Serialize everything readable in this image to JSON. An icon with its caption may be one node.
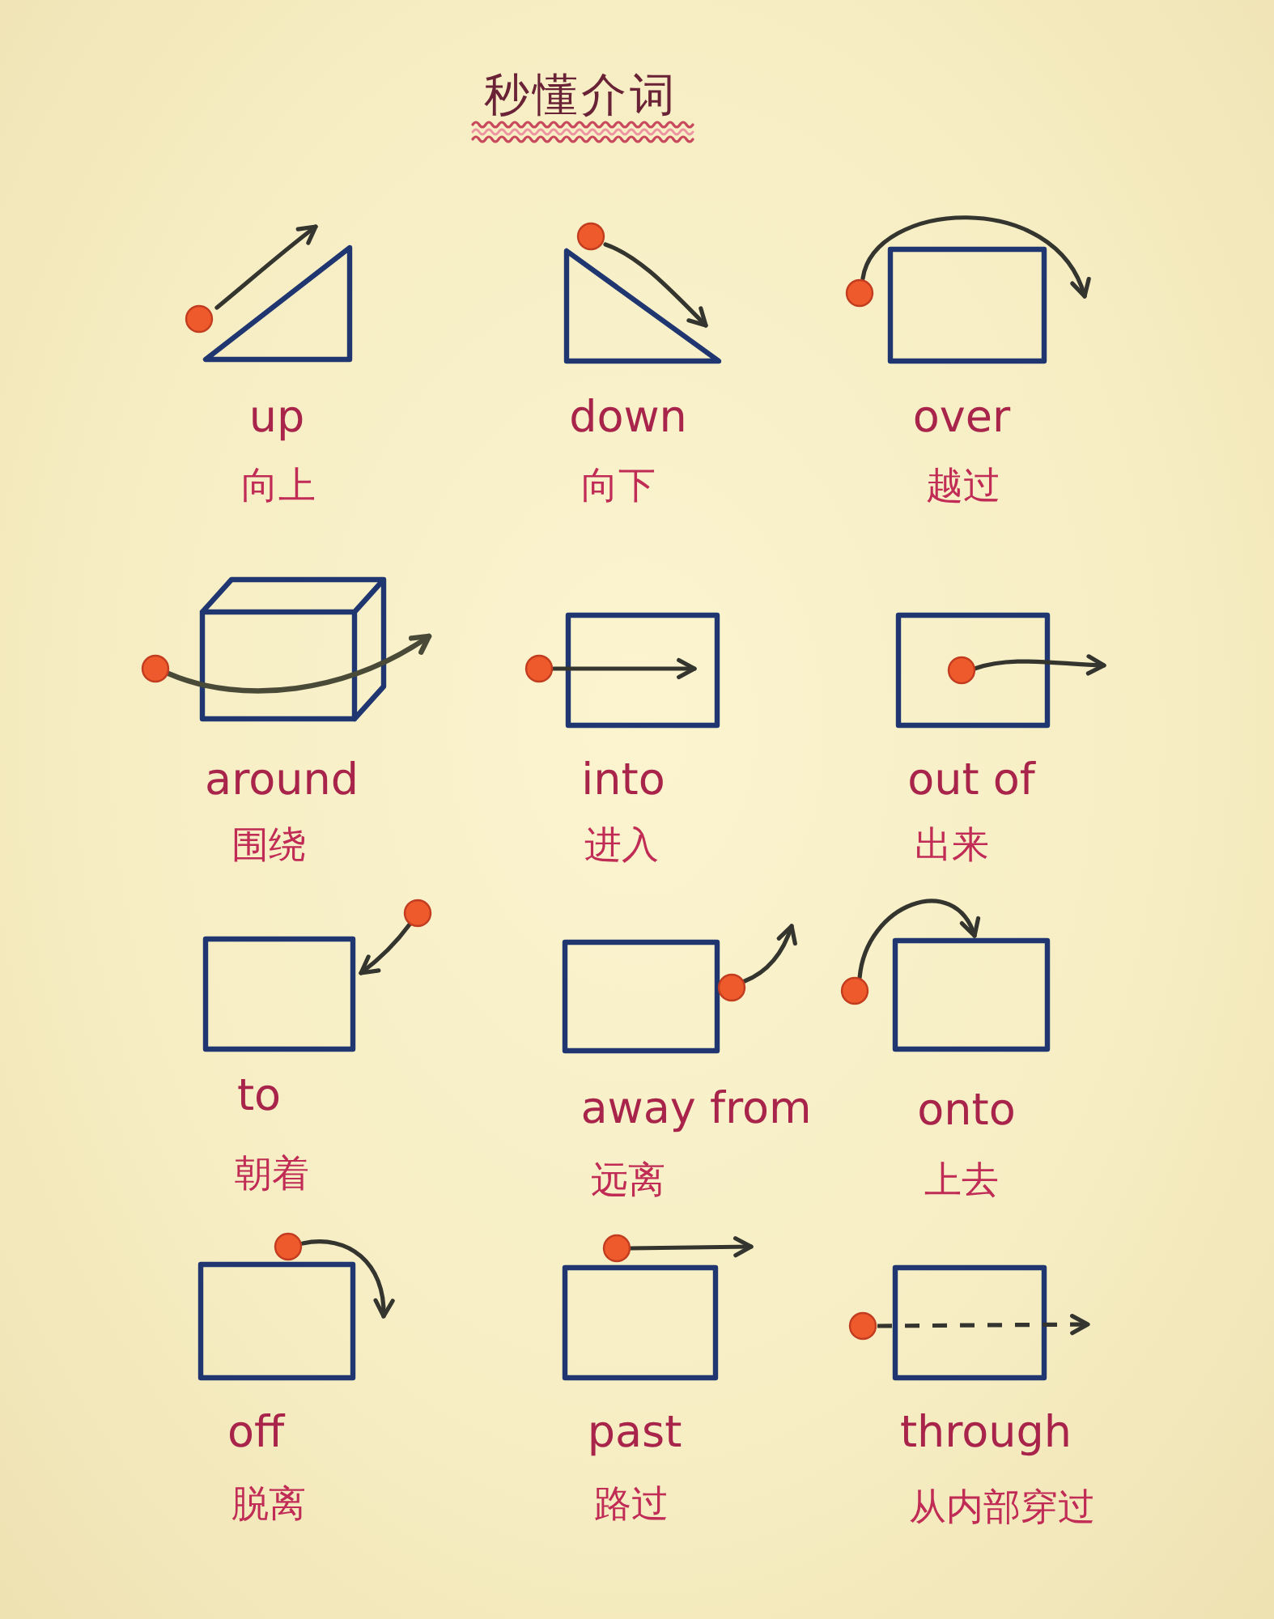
{
  "diagram": {
    "title": "秒懂介词",
    "nodes": [
      {
        "text": [],
        "shape": "triangle",
        "beside": [
          "up",
          "向上"
        ]
      },
      {
        "text": [],
        "shape": "triangle",
        "beside": [
          "down",
          "向下"
        ]
      },
      {
        "text": [],
        "shape": "box",
        "beside": [
          "over",
          "越过"
        ]
      },
      {
        "text": [],
        "shape": "cube",
        "beside": [
          "around",
          "围绕"
        ]
      },
      {
        "text": [],
        "shape": "box",
        "beside": [
          "into",
          "进入"
        ]
      },
      {
        "text": [],
        "shape": "box",
        "beside": [
          "out of",
          "出来"
        ]
      },
      {
        "text": [],
        "shape": "box",
        "beside": [
          "to",
          "朝着"
        ]
      },
      {
        "text": [],
        "shape": "box",
        "beside": [
          "away from",
          "远离"
        ]
      },
      {
        "text": [],
        "shape": "box",
        "beside": [
          "onto",
          "上去"
        ]
      },
      {
        "text": [],
        "shape": "box",
        "beside": [
          "off",
          "脱离"
        ]
      },
      {
        "text": [],
        "shape": "box",
        "beside": [
          "past",
          "路过"
        ]
      },
      {
        "text": [],
        "shape": "box",
        "beside": [
          "through",
          "从内部穿过"
        ]
      }
    ]
  }
}
